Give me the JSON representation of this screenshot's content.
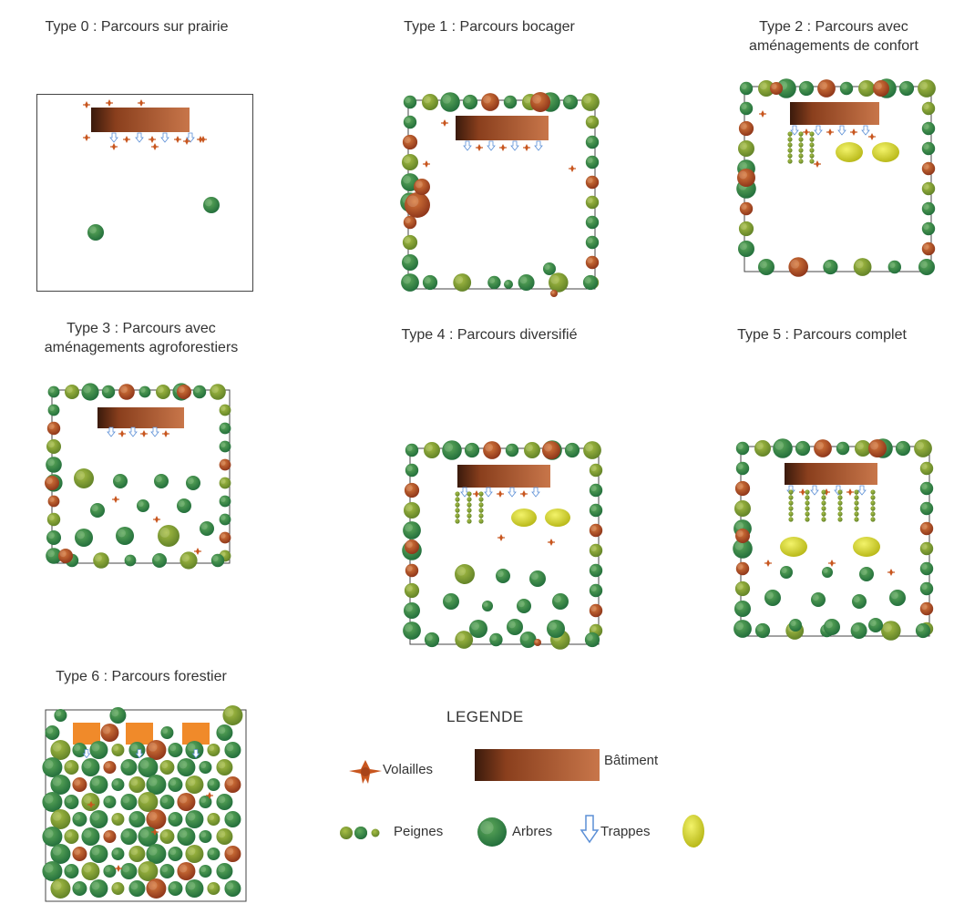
{
  "panels": [
    {
      "id": "type0",
      "title": [
        "Type 0 : Parcours sur prairie"
      ]
    },
    {
      "id": "type1",
      "title": [
        "Type 1 : Parcours bocager"
      ]
    },
    {
      "id": "type2",
      "title": [
        "Type 2 : Parcours avec",
        "aménagements de confort"
      ]
    },
    {
      "id": "type3",
      "title": [
        "Type 3 : Parcours avec",
        "aménagements agroforestiers"
      ]
    },
    {
      "id": "type4",
      "title": [
        "Type 4 : Parcours diversifié"
      ]
    },
    {
      "id": "type5",
      "title": [
        "Type 5 : Parcours complet"
      ]
    },
    {
      "id": "type6",
      "title": [
        "Type 6 : Parcours forestier"
      ]
    }
  ],
  "legend": {
    "title": "LEGENDE",
    "volailles": "Volailles",
    "batiment": "Bâtiment",
    "peignes": "Peignes",
    "arbres": "Arbres",
    "trappes": "Trappes"
  },
  "colors": {
    "building_dark": "#3a1a0c",
    "building_mid": "#8a3f1d",
    "building_light": "#c8764a",
    "tree_dark": "#1f6b3a",
    "tree_green": "#3f8f43",
    "tree_olive": "#7a9a2f",
    "tree_brown": "#b0502a",
    "shelter_yellow": "#d8d820",
    "poultry": "#c8561f",
    "trap": "#5b8fd6",
    "forest_building": "#f08a2a"
  }
}
